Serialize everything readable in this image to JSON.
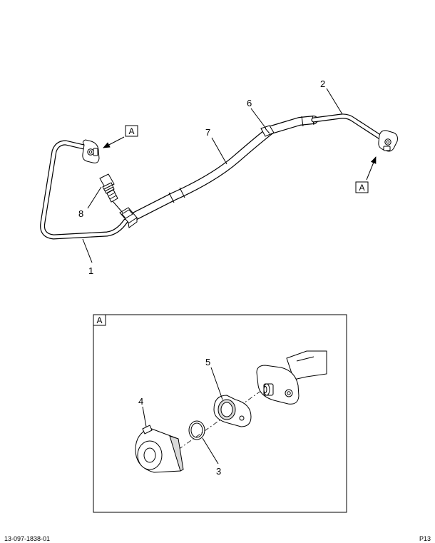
{
  "callouts": {
    "c1": "1",
    "c2": "2",
    "c3": "3",
    "c4": "4",
    "c5": "5",
    "c6": "6",
    "c7": "7",
    "c8": "8"
  },
  "view_refs": {
    "left": "A",
    "right": "A",
    "detail": "A"
  },
  "footer": {
    "left": "13-097-1838-01",
    "right": "P13"
  }
}
